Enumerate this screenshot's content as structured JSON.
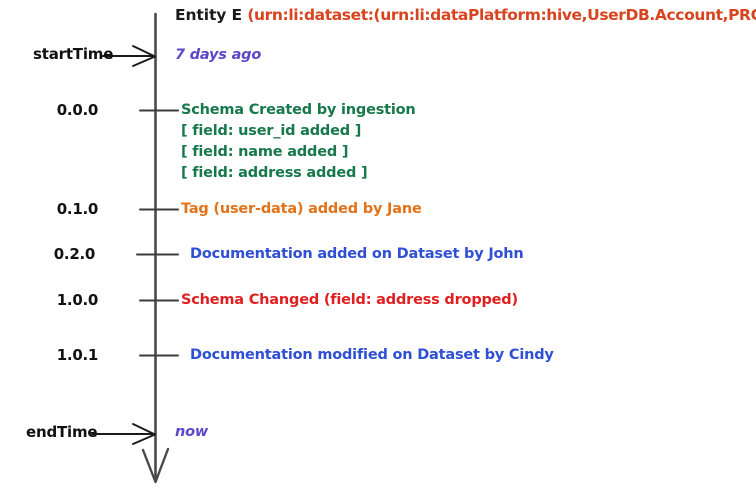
{
  "diagram": {
    "background": "#ffffff",
    "axis_color": "#4a4a4a",
    "title": {
      "entity_prefix": "Entity E ",
      "urn": "(urn:li:dataset:(urn:li:dataPlatform:hive,UserDB.Account,PROD)"
    },
    "endpoints": [
      {
        "name": "startTime",
        "label": "startTime",
        "value": "7 days ago",
        "color": "#5b47c8"
      },
      {
        "name": "endTime",
        "label": "endTime",
        "value": "now",
        "color": "#5b47c8"
      }
    ],
    "events": [
      {
        "version": "0.0.0",
        "color": "#17784a",
        "text": "Schema Created by ingestion",
        "details": [
          "[ field: user_id added ]",
          "[ field: name added ]",
          "[ field: address added ]"
        ]
      },
      {
        "version": "0.1.0",
        "color": "#e2731a",
        "text": "Tag (user-data) added by Jane",
        "details": []
      },
      {
        "version": "0.2.0",
        "color": "#2f4fd4",
        "text": "Documentation added on Dataset by John",
        "details": []
      },
      {
        "version": "1.0.0",
        "color": "#e02020",
        "text": "Schema Changed (field: address dropped)",
        "details": []
      },
      {
        "version": "1.0.1",
        "color": "#2f4fd4",
        "text": "Documentation modified on Dataset by Cindy",
        "details": []
      }
    ]
  }
}
